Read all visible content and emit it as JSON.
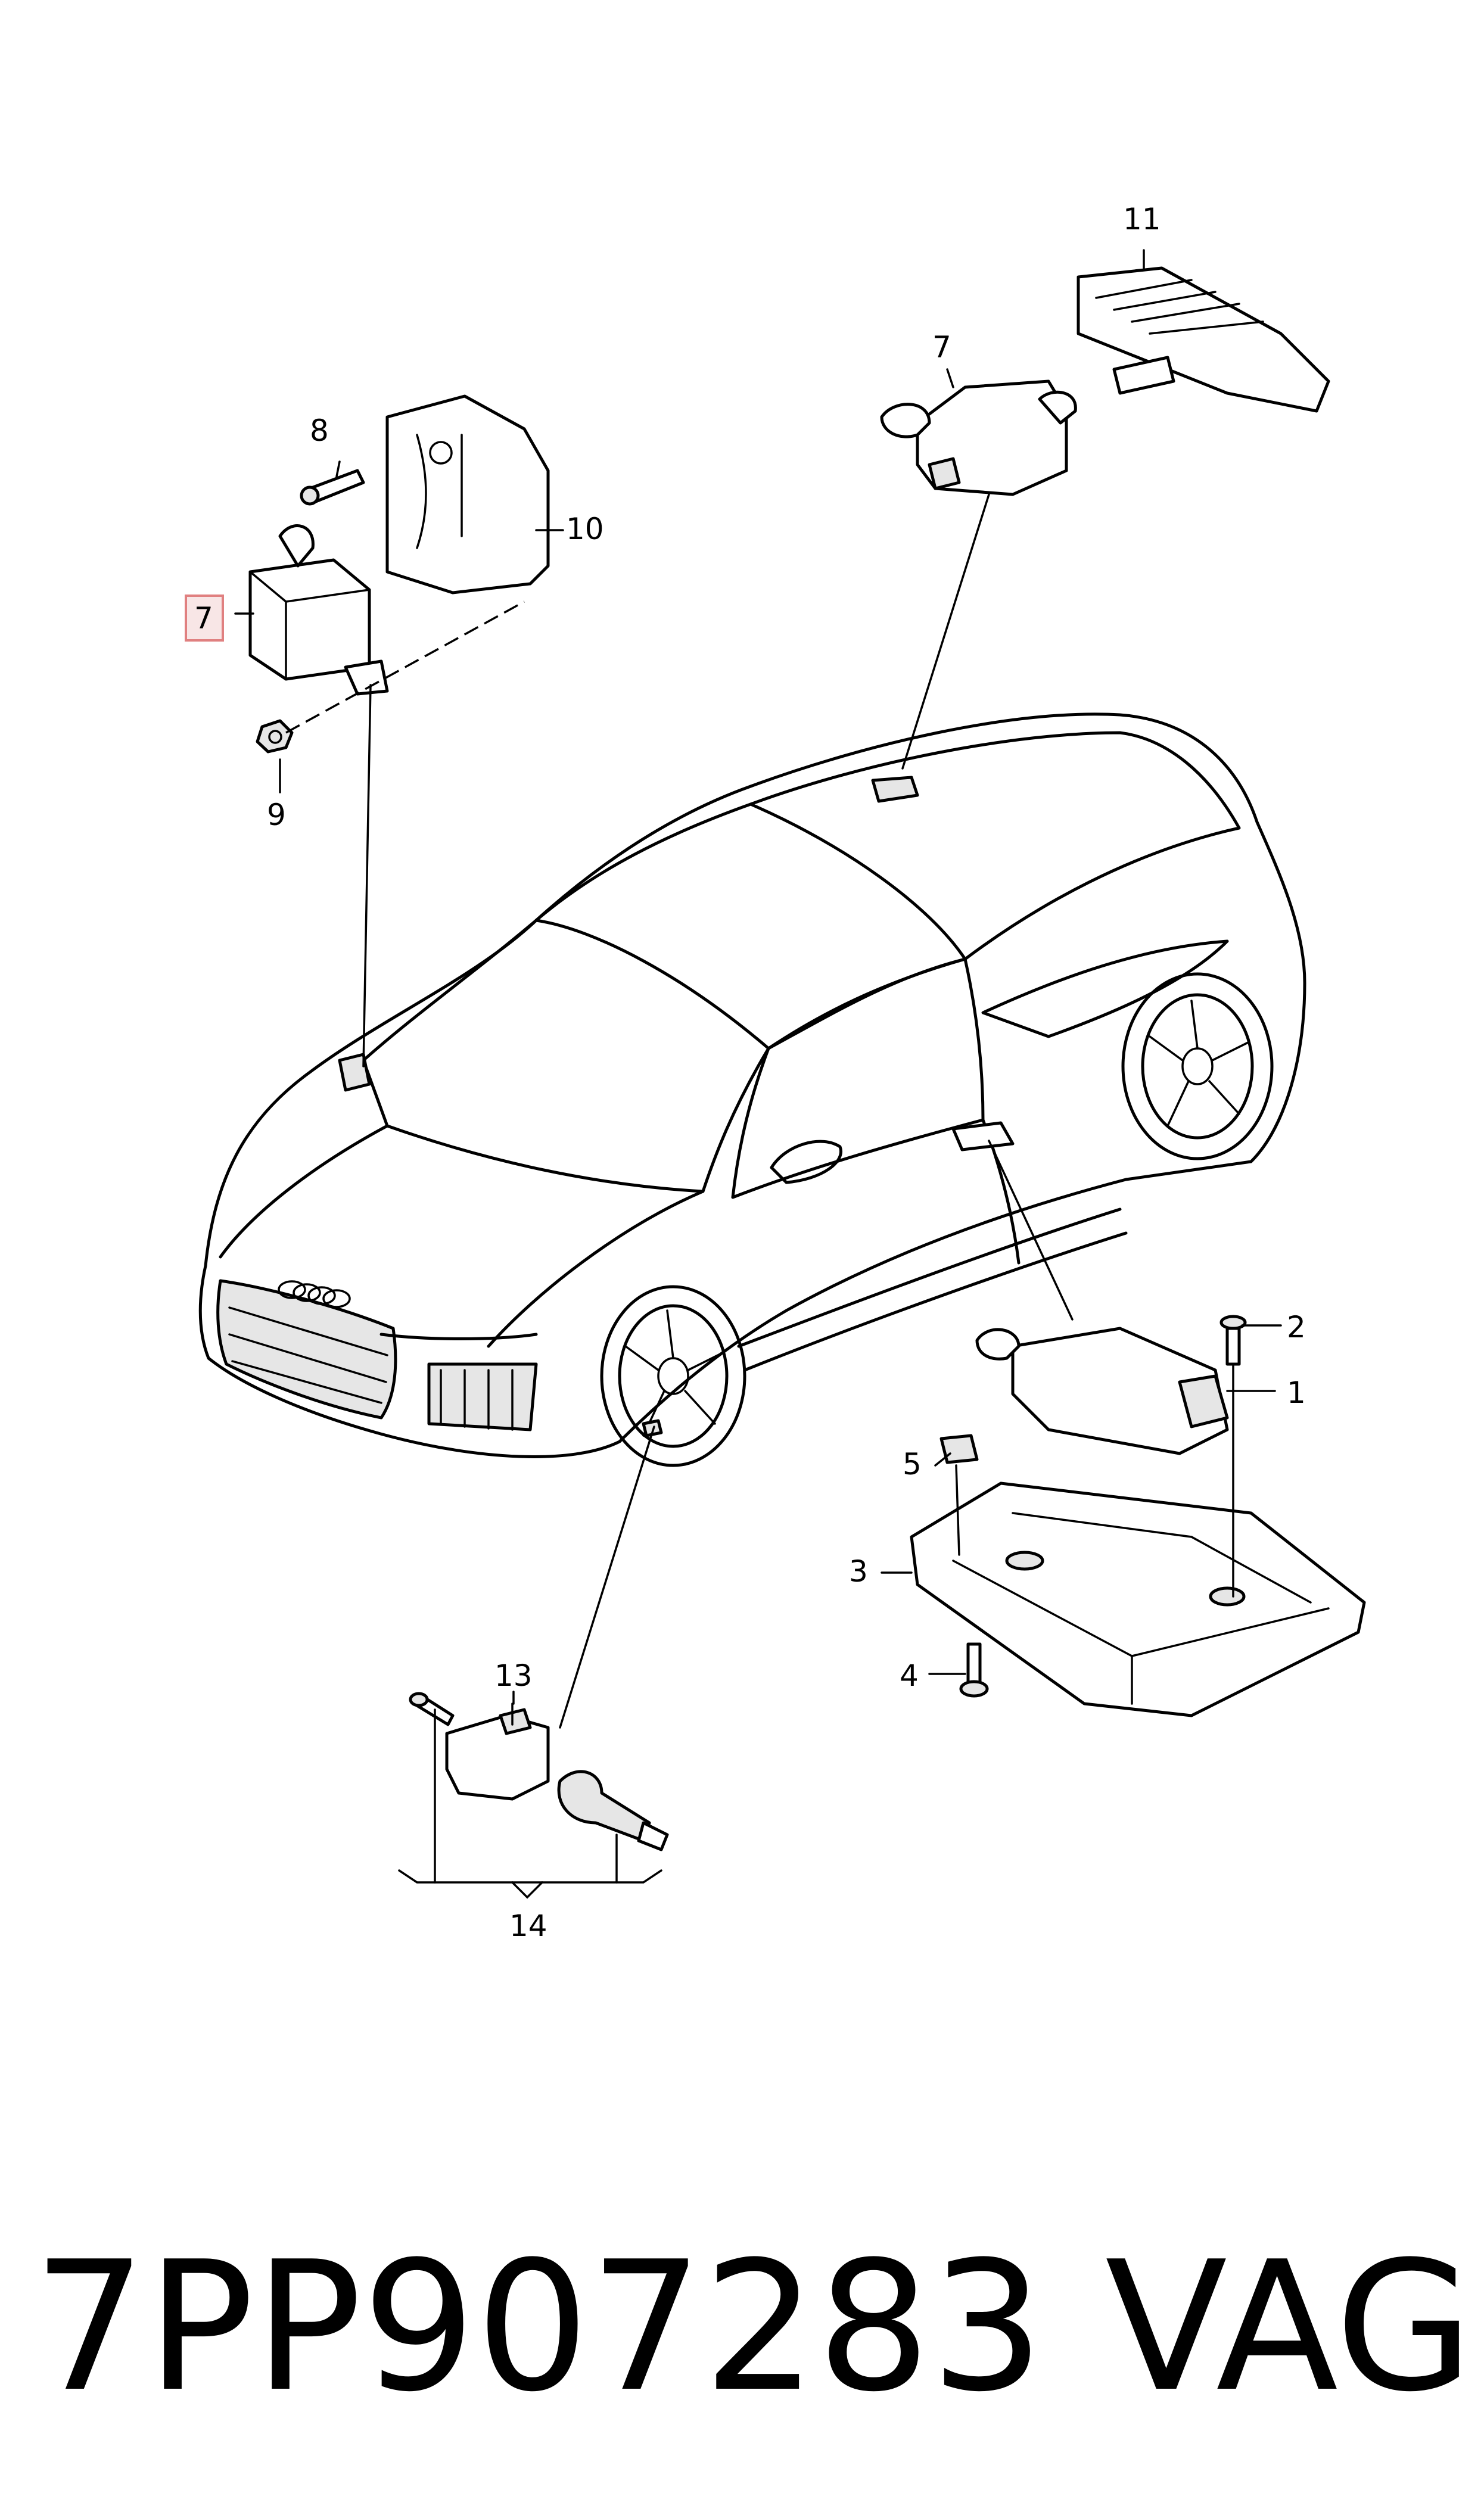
{
  "callouts": {
    "c1": "1",
    "c2": "2",
    "c3": "3",
    "c4": "4",
    "c5": "5",
    "c7_top": "7",
    "c7_highlight": "7",
    "c8": "8",
    "c9": "9",
    "c10": "10",
    "c11": "11",
    "c13": "13",
    "c14": "14"
  },
  "highlight_color": "#e08080",
  "footer": {
    "part_number": "7PP907283",
    "brand": "VAG"
  }
}
